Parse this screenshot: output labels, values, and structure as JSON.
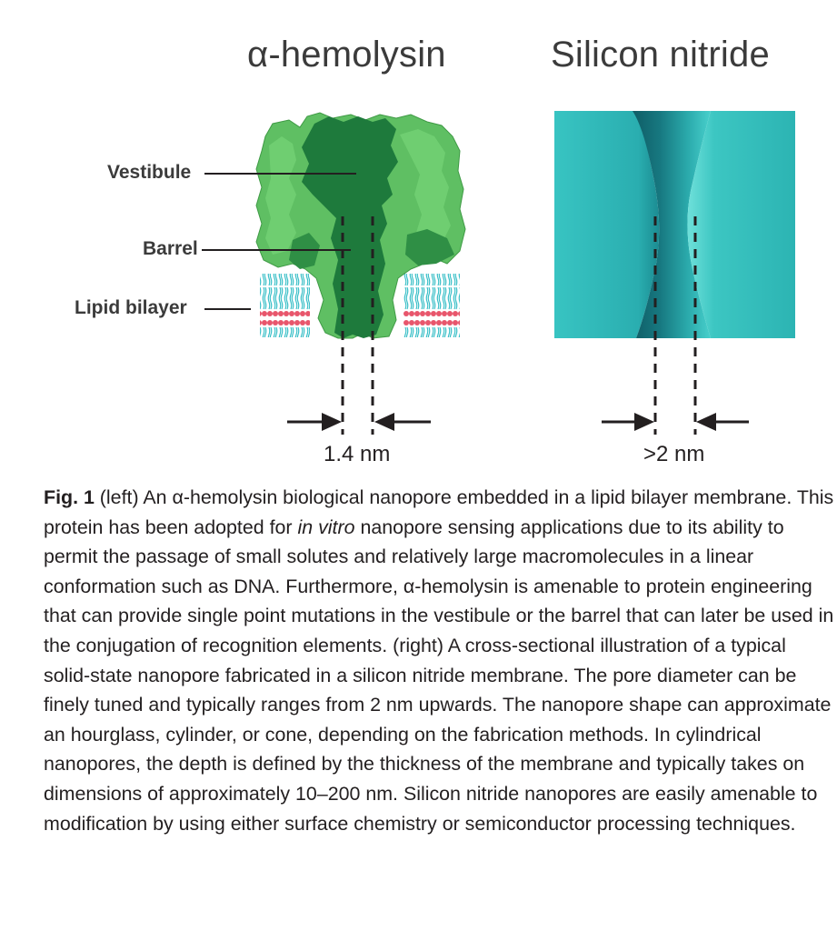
{
  "figure": {
    "left_title": "α-hemolysin",
    "right_title": "Silicon nitride",
    "labels": {
      "vestibule": "Vestibule",
      "barrel": "Barrel",
      "lipid_bilayer": "Lipid bilayer"
    },
    "left_measure": "1.4 nm",
    "right_measure": ">2 nm",
    "colors": {
      "protein_light": "#5fbf63",
      "protein_dark": "#1e7a3c",
      "lipid_head": "#e8566c",
      "lipid_tail": "#3cc0c8",
      "silicon_nitride": "#2bb3b3"
    }
  },
  "caption": {
    "fig_label": "Fig. 1",
    "part1": " (left) An α-hemolysin biological nanopore embedded in a lipid bilayer membrane. This protein has been adopted for ",
    "italic": "in vitro",
    "part2": " nanopore sensing applications due to its ability to permit the passage of small solutes and relatively large macromolecules in a linear conformation such as DNA. Furthermore, α-hemolysin is amenable to protein engineering that can provide single point mutations in the vestibule or the barrel that can later be used in the conjugation of recognition elements. (right) A cross-sectional illustration of a typical solid-state nanopore fabricated in a silicon nitride membrane. The pore diameter can be finely tuned and typically ranges from 2 nm upwards. The nanopore shape can approximate an hourglass, cylinder, or cone, depending on the fabrication methods. In cylindrical nanopores, the depth is defined by the thickness of the membrane and typically takes on dimensions of approximately 10–200 nm. Silicon nitride nanopores are easily amenable to modification by using either surface chemistry or semiconductor processing techniques."
  }
}
